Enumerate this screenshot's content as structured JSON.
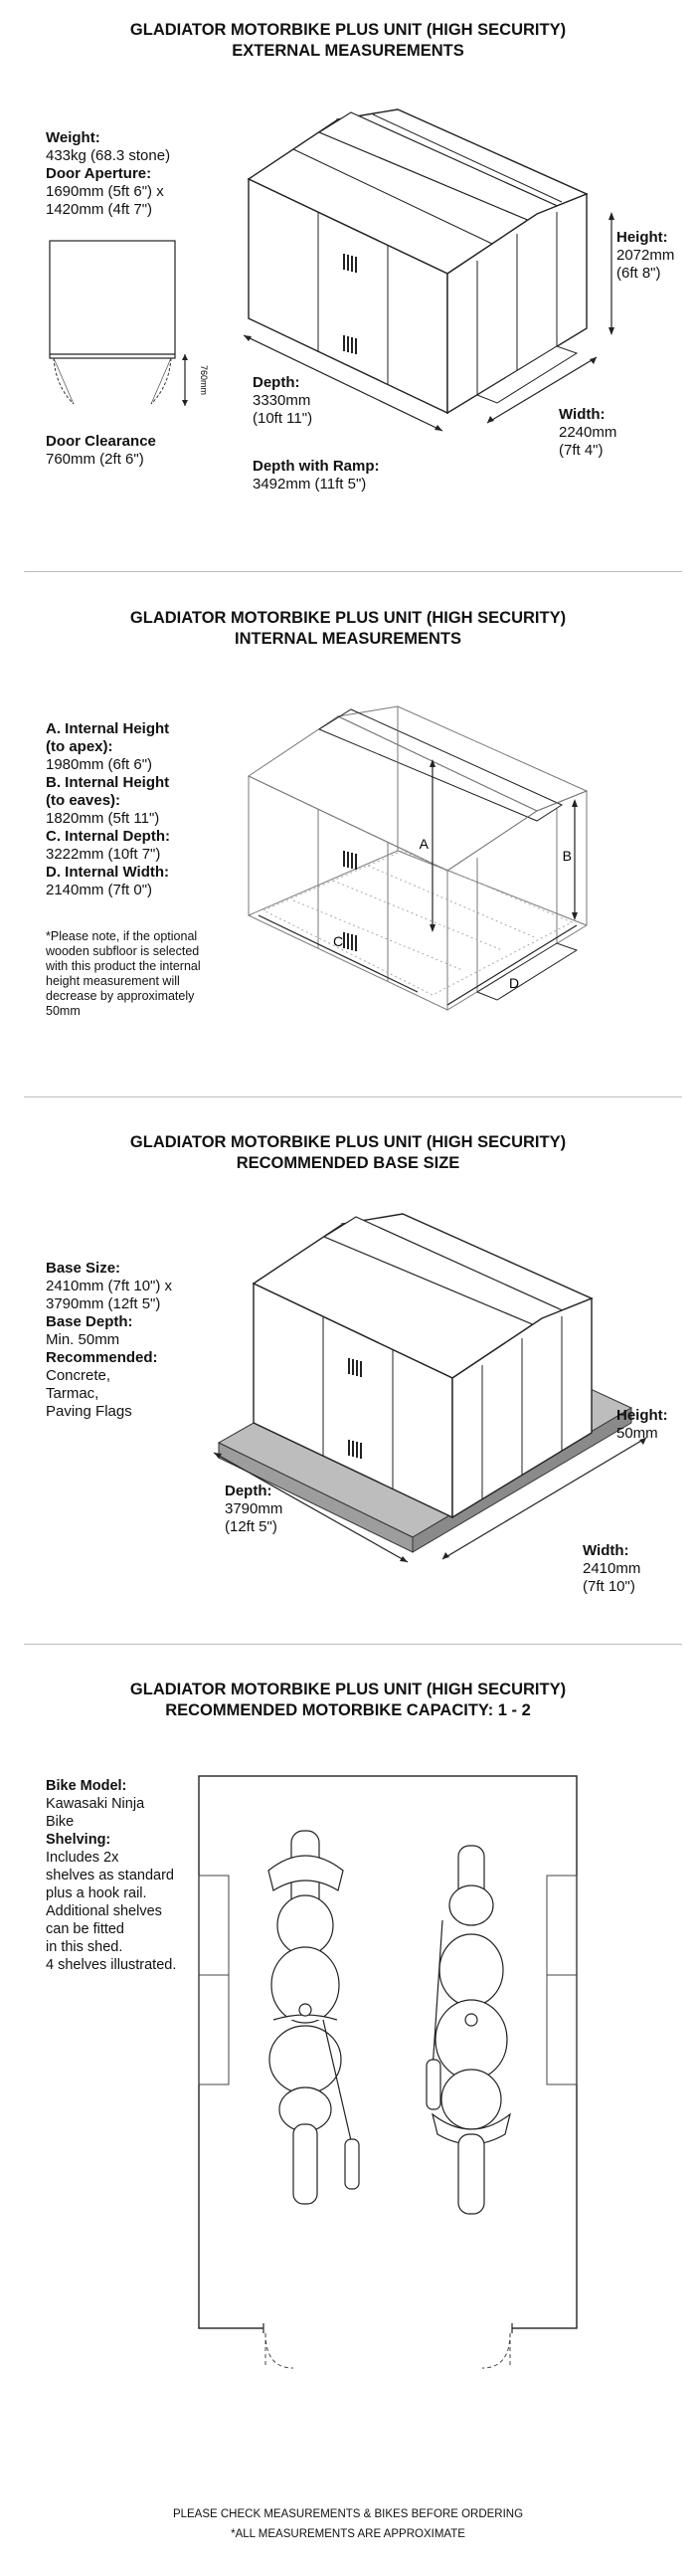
{
  "sections": [
    {
      "title_line1": "GLADIATOR MOTORBIKE PLUS UNIT (HIGH SECURITY)",
      "title_line2": "EXTERNAL MEASUREMENTS",
      "weight_label": "Weight:",
      "weight_value": "433kg (68.3 stone)",
      "door_aperture_label": "Door Aperture:",
      "door_aperture_value1": "1690mm (5ft 6\") x",
      "door_aperture_value2": "1420mm (4ft 7\")",
      "door_clearance_label": "Door Clearance",
      "door_clearance_value": "760mm (2ft 6\")",
      "clearance_dim": "760mm",
      "height_label": "Height:",
      "height_value1": "2072mm",
      "height_value2": "(6ft 8\")",
      "depth_label": "Depth:",
      "depth_value1": "3330mm",
      "depth_value2": "(10ft 11\")",
      "width_label": "Width:",
      "width_value1": "2240mm",
      "width_value2": "(7ft 4\")",
      "ramp_label": "Depth with Ramp:",
      "ramp_value": "3492mm (11ft 5\")"
    },
    {
      "title_line1": "GLADIATOR MOTORBIKE PLUS UNIT (HIGH SECURITY)",
      "title_line2": "INTERNAL MEASUREMENTS",
      "a_label1": "A. Internal Height",
      "a_label2": "(to apex):",
      "a_value": "1980mm (6ft 6\")",
      "b_label1": "B. Internal Height",
      "b_label2": "(to eaves):",
      "b_value": "1820mm (5ft 11\")",
      "c_label": "C. Internal Depth:",
      "c_value": "3222mm (10ft 7\")",
      "d_label": "D. Internal Width:",
      "d_value": "2140mm (7ft 0\")",
      "note": [
        "*Please note, if the optional",
        "wooden subfloor is selected",
        "with this product the internal",
        "height measurement will",
        "decrease by approximately",
        "50mm"
      ],
      "marker_a": "A",
      "marker_b": "B",
      "marker_c": "C",
      "marker_d": "D"
    },
    {
      "title_line1": "GLADIATOR MOTORBIKE PLUS UNIT (HIGH SECURITY)",
      "title_line2": "RECOMMENDED BASE SIZE",
      "base_size_label": "Base Size:",
      "base_size_value1": "2410mm (7ft 10\") x",
      "base_size_value2": "3790mm (12ft 5\")",
      "base_depth_label": "Base Depth:",
      "base_depth_value": "Min. 50mm",
      "recommended_label": "Recommended:",
      "recommended_items": [
        "Concrete,",
        "Tarmac,",
        "Paving Flags"
      ],
      "height_label": "Height:",
      "height_value": "50mm",
      "depth_label": "Depth:",
      "depth_value1": "3790mm",
      "depth_value2": "(12ft 5\")",
      "width_label": "Width:",
      "width_value1": "2410mm",
      "width_value2": "(7ft 10\")"
    },
    {
      "title_line1": "GLADIATOR MOTORBIKE PLUS UNIT (HIGH SECURITY)",
      "title_line2": "RECOMMENDED MOTORBIKE CAPACITY: 1 - 2",
      "bike_model_label": "Bike Model:",
      "bike_model_value": [
        "Kawasaki Ninja",
        "Bike"
      ],
      "shelving_label": "Shelving:",
      "shelving_value": [
        "Includes 2x",
        "shelves as standard",
        "plus a hook rail.",
        "Additional shelves",
        "can be fitted",
        "in this shed.",
        "4 shelves illustrated."
      ]
    }
  ],
  "footer": {
    "line1": "PLEASE CHECK MEASUREMENTS & BIKES BEFORE ORDERING",
    "line2": "*ALL MEASUREMENTS ARE APPROXIMATE"
  }
}
